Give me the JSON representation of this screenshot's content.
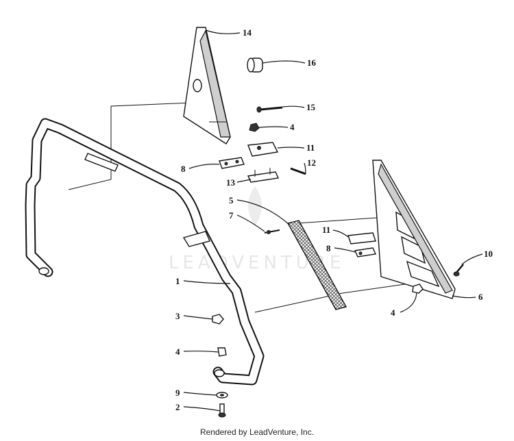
{
  "diagram": {
    "watermark": "LEADVENTURE",
    "callouts": {
      "c1": "1",
      "c2": "2",
      "c3": "3",
      "c4a": "4",
      "c4b": "4",
      "c4c": "4",
      "c5": "5",
      "c6": "6",
      "c7": "7",
      "c8a": "8",
      "c8b": "8",
      "c9": "9",
      "c10": "10",
      "c11a": "11",
      "c11b": "11",
      "c12": "12",
      "c13": "13",
      "c14": "14",
      "c15": "15",
      "c16": "16"
    }
  },
  "footer": {
    "text": "Rendered by LeadVenture, Inc."
  }
}
